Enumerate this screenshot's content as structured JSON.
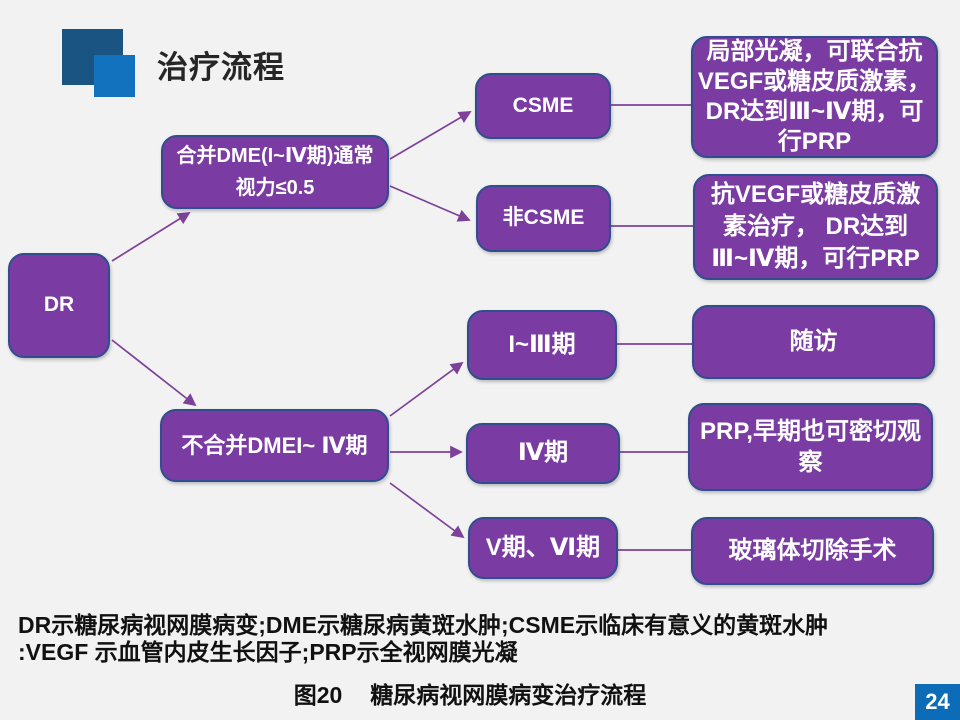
{
  "slide": {
    "title": "治疗流程",
    "page_number": "24",
    "caption": {
      "prefix": "图20",
      "text": "糖尿病视网膜病变治疗流程"
    },
    "footnote": {
      "line1": "DR示糖尿病视网膜病变;DME示糖尿病黄斑水肿;CSME示临床有意义的黄斑水肿",
      "line2": ":VEGF 示血管内皮生长因子;PRP示全视网膜光凝"
    }
  },
  "flowchart": {
    "nodes": {
      "dr": "DR",
      "dme": "合并DME(I~Ⅳ期)通常视力≤0.5",
      "csme": "CSME",
      "non_csme": "非CSME",
      "treat_csme": "局部光凝，可联合抗VEGF或糖皮质激素，DR达到Ⅲ~Ⅳ期，可行PRP",
      "treat_non_csme": "抗VEGF或糖皮质激素治疗， DR达到Ⅲ~Ⅳ期，可行PRP",
      "no_dme": "不合并DMEI~ Ⅳ期",
      "stage_1_3": "I~Ⅲ期",
      "followup": "随访",
      "stage_4": "Ⅳ期",
      "prp_observe": "PRP,早期也可密切观察",
      "stage_5_6": "V期、Ⅵ期",
      "vitrectomy": "玻璃体切除手术"
    }
  },
  "colors": {
    "background": "#f2f2f2",
    "node_fill": "#7a3ca3",
    "node_border": "#2f4e8e",
    "connector": "#7d4199",
    "title_text": "#262626",
    "logo_dark_blue": "#1a5483",
    "logo_light_blue": "#1272bd",
    "page_badge": "#0d6cb7"
  }
}
